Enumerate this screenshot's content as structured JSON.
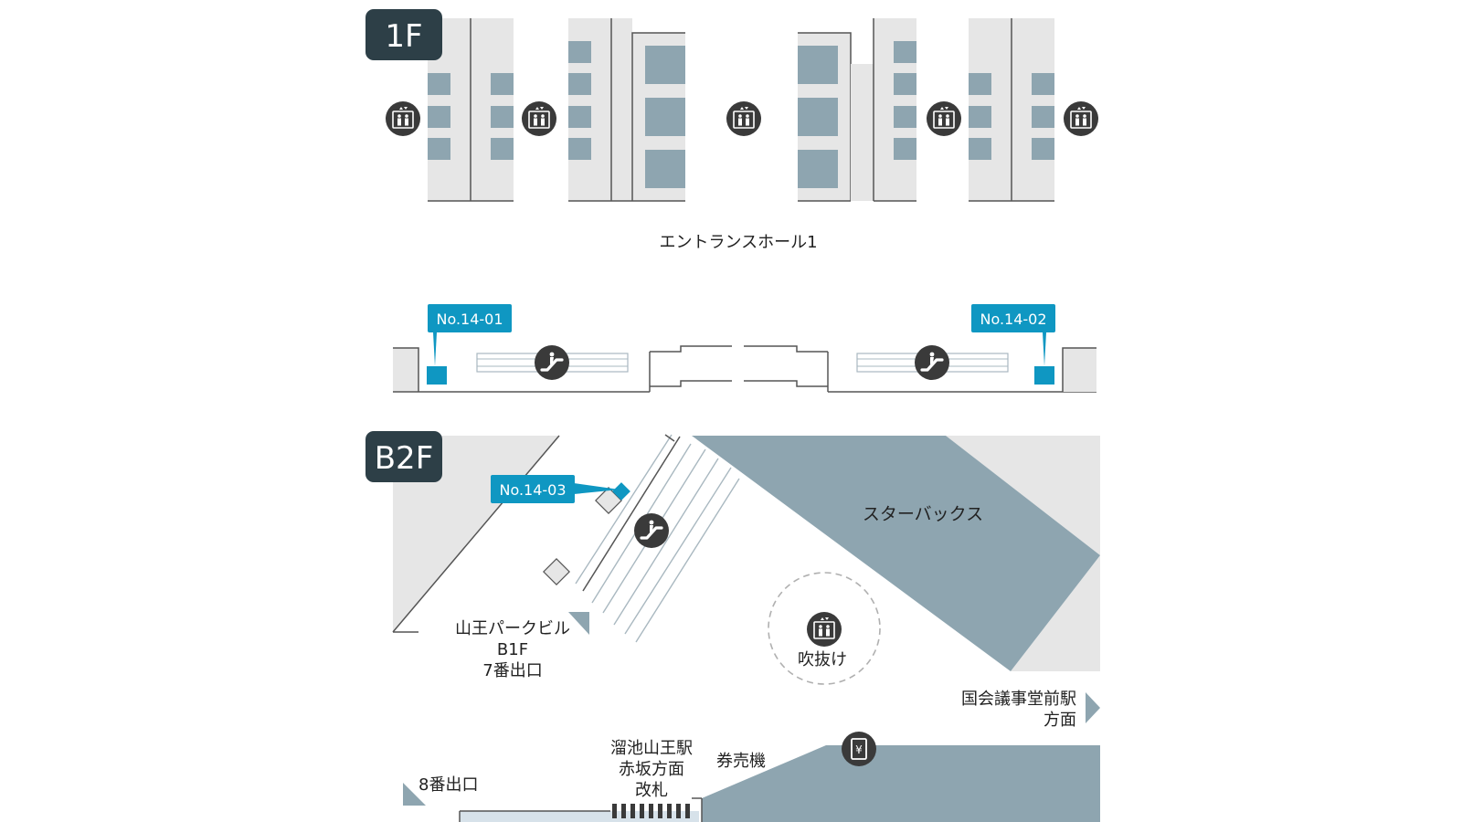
{
  "floors": {
    "upper": "1F",
    "lower": "B2F"
  },
  "colors": {
    "badge": "#2d3f47",
    "wall": "#e6e6e6",
    "block": "#8ea5b0",
    "store": "#8ea5b0",
    "tag": "#0f97c2",
    "icon": "#3a3a3a",
    "line": "#555555",
    "corridor": "#d7e2ea"
  },
  "labels": {
    "entrance_hall": "エントランスホール1",
    "starbucks": "スターバックス",
    "sanno_line1": "山王パークビル",
    "sanno_line2": "B1F",
    "sanno_line3": "7番出口",
    "atrium": "吹抜け",
    "kokkai_line1": "国会議事堂前駅",
    "kokkai_line2": "方面",
    "ticket_machine": "券売機",
    "gate_line1": "溜池山王駅",
    "gate_line2": "赤坂方面",
    "gate_line3": "改札",
    "exit8": "8番出口"
  },
  "tags": {
    "t1": "No.14-01",
    "t2": "No.14-02",
    "t3": "No.14-03"
  },
  "icons": {
    "elevator": "elevator-icon",
    "escalator": "escalator-icon",
    "ticket": "ticket-machine-icon"
  }
}
